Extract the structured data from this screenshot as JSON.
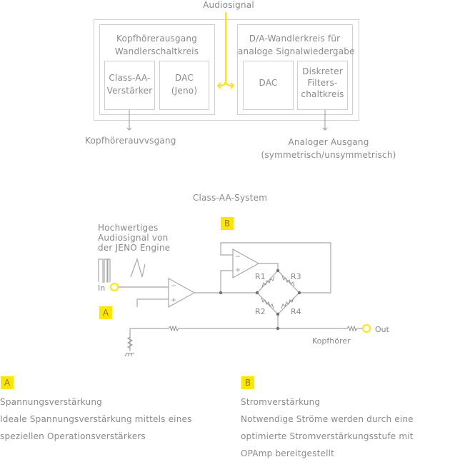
{
  "block_diagram": {
    "input_label": "Audiosignal",
    "left_group": {
      "title_line1": "Kopfhörerausgang",
      "title_line2": "Wandlerschaltkreis",
      "blocks": [
        {
          "line1": "Class-AA-",
          "line2": "Verstärker"
        },
        {
          "line1": "DAC",
          "line2": "(Jeno)"
        }
      ],
      "output_label": "Kopfhörerauvvsgang"
    },
    "right_group": {
      "title_line1": "D/A-Wandlerkreis für",
      "title_line2": "analoge Signalwiedergabe",
      "blocks": [
        {
          "line1": "DAC"
        },
        {
          "line1": "Diskreter",
          "line2": "Filters-",
          "line3": "chaltkreis"
        }
      ],
      "output_label_line1": "Analoger Ausgang",
      "output_label_line2": "(symmetrisch/unsymmetrisch)"
    },
    "accent_color": "#ffe600"
  },
  "circuit": {
    "title": "Class-AA-System",
    "source_line1": "Hochwertiges",
    "source_line2": "Audiosignal von",
    "source_line3": "der JENO Engine",
    "input_label": "In",
    "output_label": "Out",
    "load_label": "Kopfhörer",
    "resistors": [
      "R1",
      "R2",
      "R3",
      "R4"
    ],
    "badge_a": "A",
    "badge_b": "B",
    "opamp_minus": "−",
    "opamp_plus": "+"
  },
  "legend": {
    "a": {
      "badge": "A",
      "title": "Spannungsverstärkung",
      "line1": "Ideale Spannungsverstärkung mittels eines",
      "line2": "speziellen Operationsverstärkers"
    },
    "b": {
      "badge": "B",
      "title": "Stromverstärkung",
      "line1": "Notwendige Ströme werden durch eine",
      "line2": "optimierte Stromverstärkungsstufe mit",
      "line3": "OPAmp bereitgestellt"
    }
  }
}
